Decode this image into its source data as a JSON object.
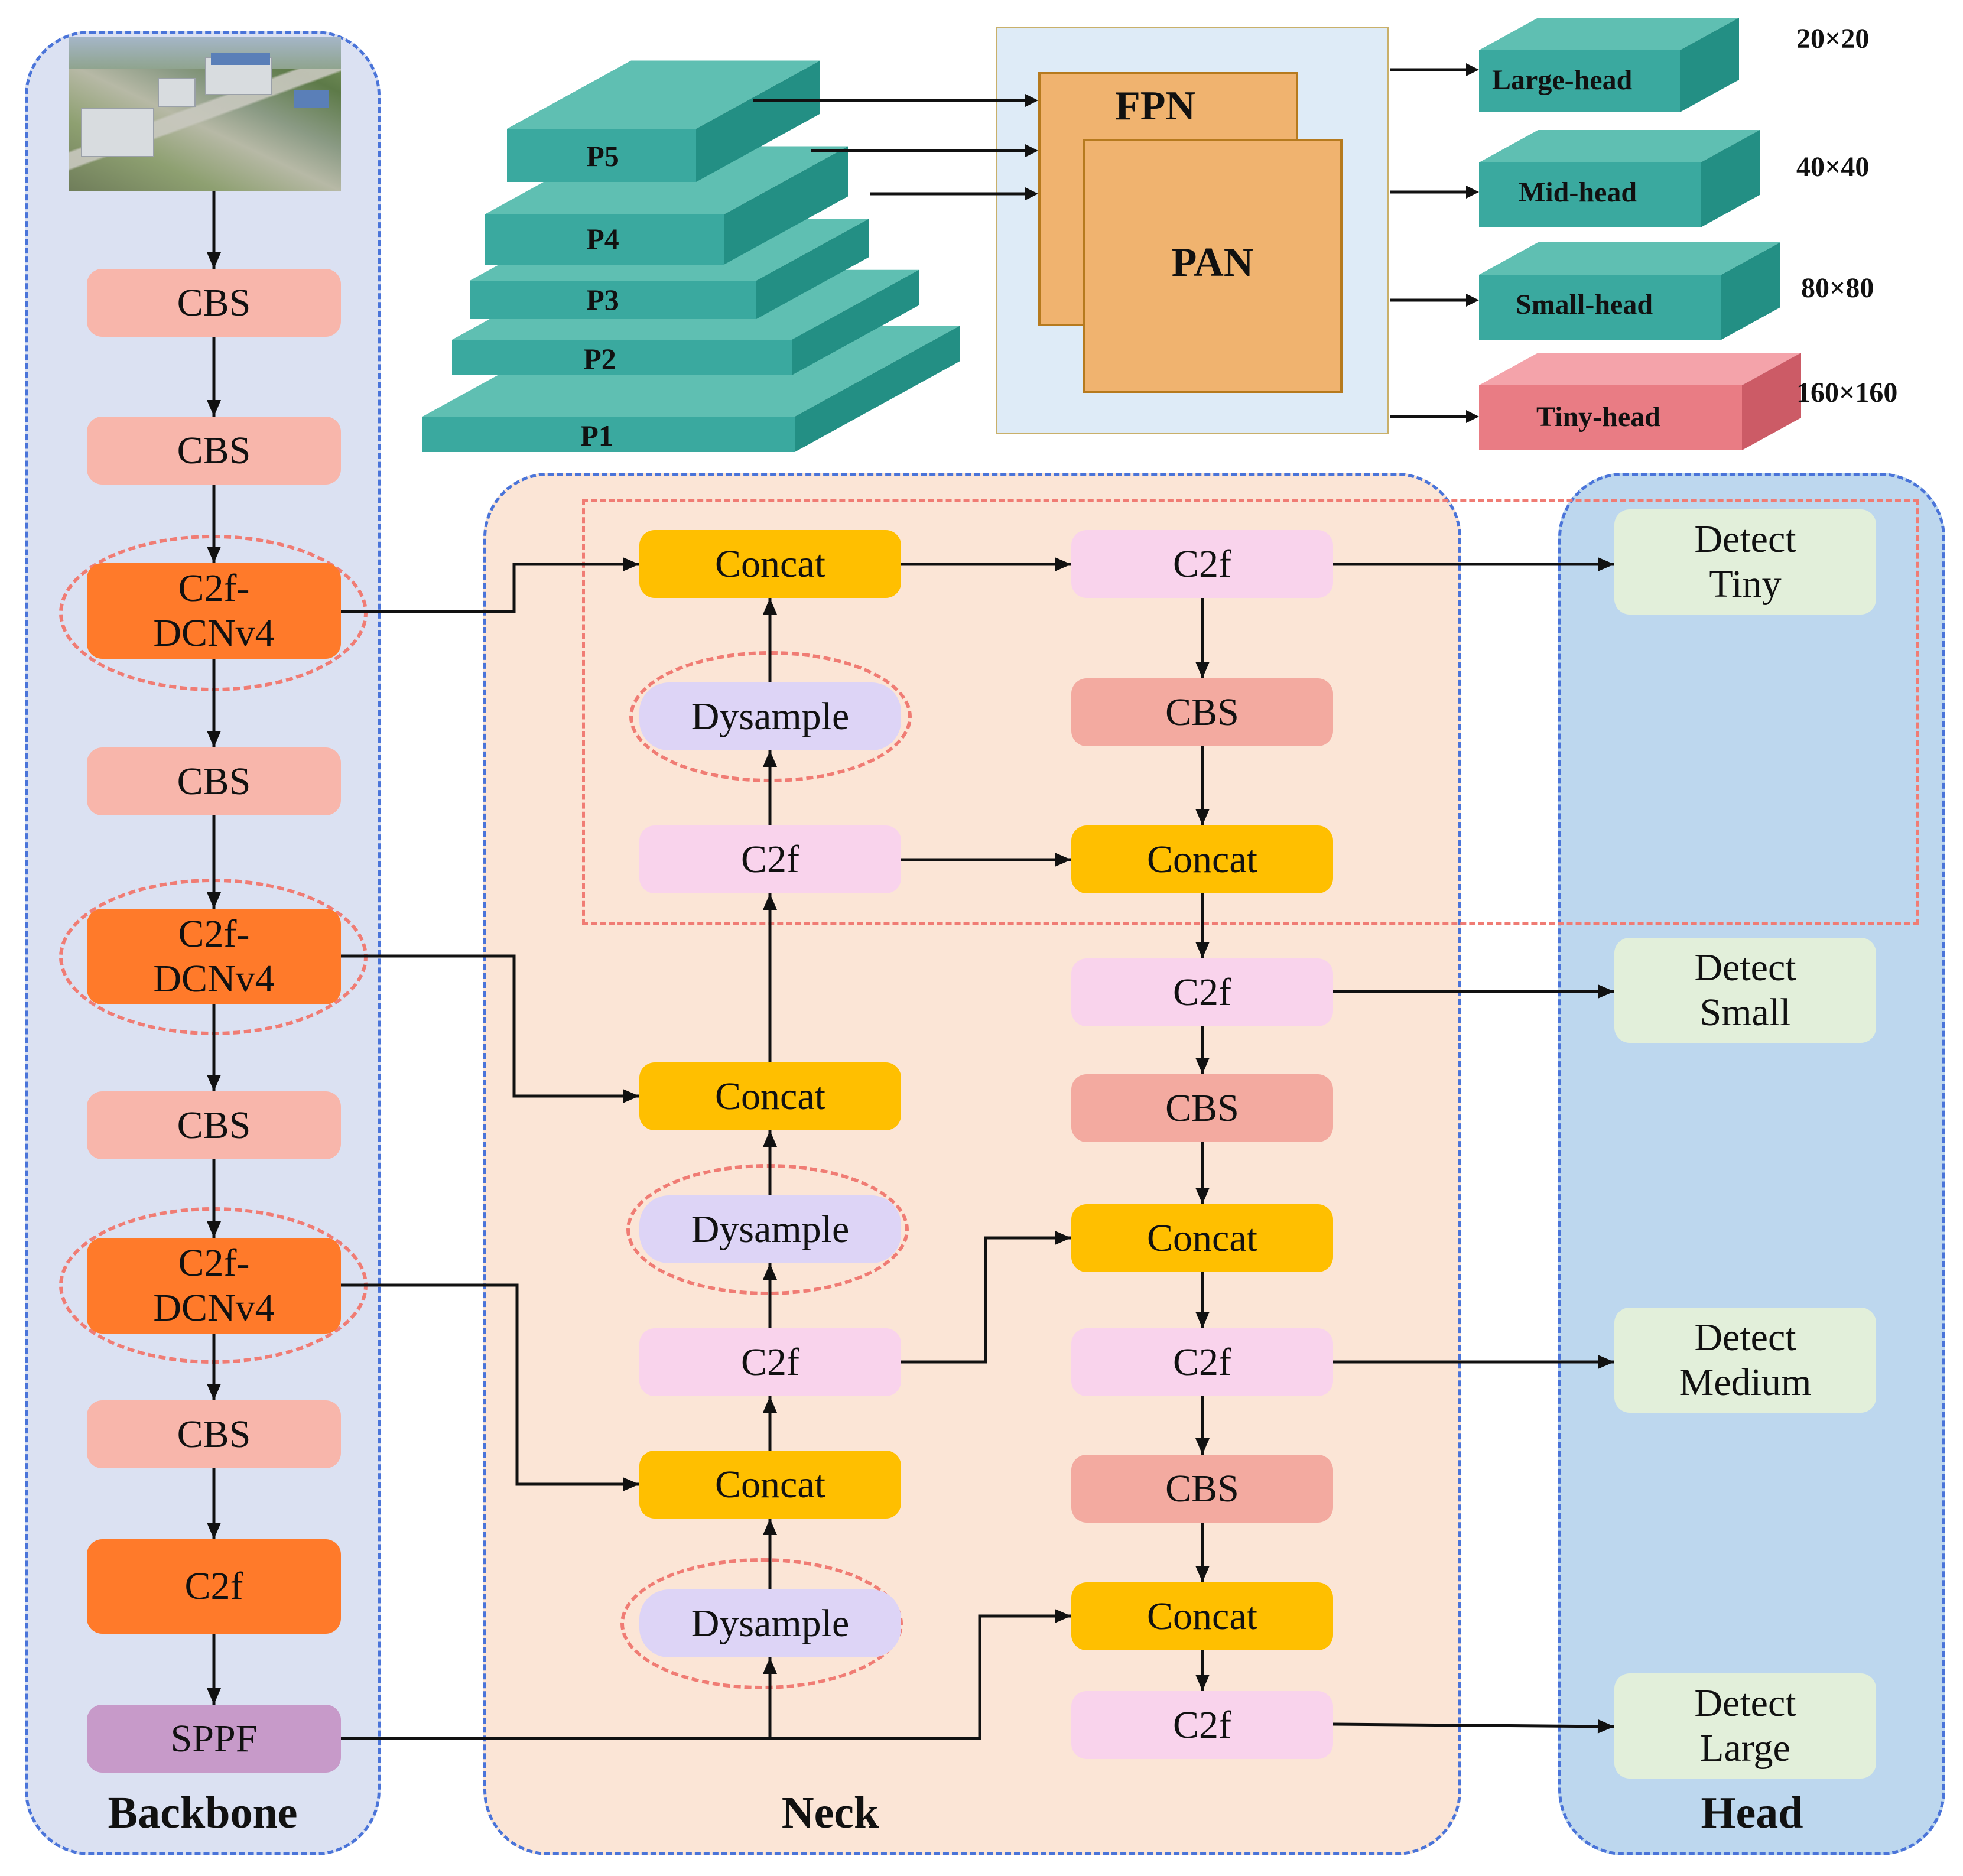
{
  "colors": {
    "panel_border": "#4a74d9",
    "backbone_bg": "#dbe1f2",
    "neck_bg": "#fbe5d6",
    "head_bg": "#bdd7ee",
    "cbs": "#f8b6ab",
    "c2f_dcn": "#ff7a2a",
    "c2f_light": "#f9d3ec",
    "concat": "#ffbf00",
    "dysample": "#ddd4f6",
    "sppf": "#c79ac9",
    "detect": "#e2efda",
    "highlight": "#f07c74",
    "teal": "#3aa99f",
    "fpn": "#f0b36f"
  },
  "overview": {
    "pyramid": [
      "P5",
      "P4",
      "P3",
      "P2",
      "P1"
    ],
    "fpn": "FPN",
    "pan": "PAN",
    "heads": [
      "Large-head",
      "Mid-head",
      "Small-head",
      "Tiny-head"
    ],
    "sizes": [
      "20×20",
      "40×40",
      "80×80",
      "160×160"
    ]
  },
  "backbone": {
    "title": "Backbone",
    "blocks": [
      "CBS",
      "CBS",
      "C2f-\nDCNv4",
      "CBS",
      "C2f-\nDCNv4",
      "CBS",
      "C2f-\nDCNv4",
      "CBS",
      "C2f",
      "SPPF"
    ]
  },
  "neck": {
    "title": "Neck",
    "left": [
      "Concat",
      "Dysample",
      "C2f",
      "Concat",
      "Dysample",
      "C2f",
      "Concat",
      "Dysample"
    ],
    "right": [
      "C2f",
      "CBS",
      "Concat",
      "C2f",
      "CBS",
      "Concat",
      "C2f",
      "CBS",
      "Concat",
      "C2f"
    ]
  },
  "head": {
    "title": "Head",
    "detects": [
      "Detect\nTiny",
      "Detect\nSmall",
      "Detect\nMedium",
      "Detect\nLarge"
    ]
  }
}
